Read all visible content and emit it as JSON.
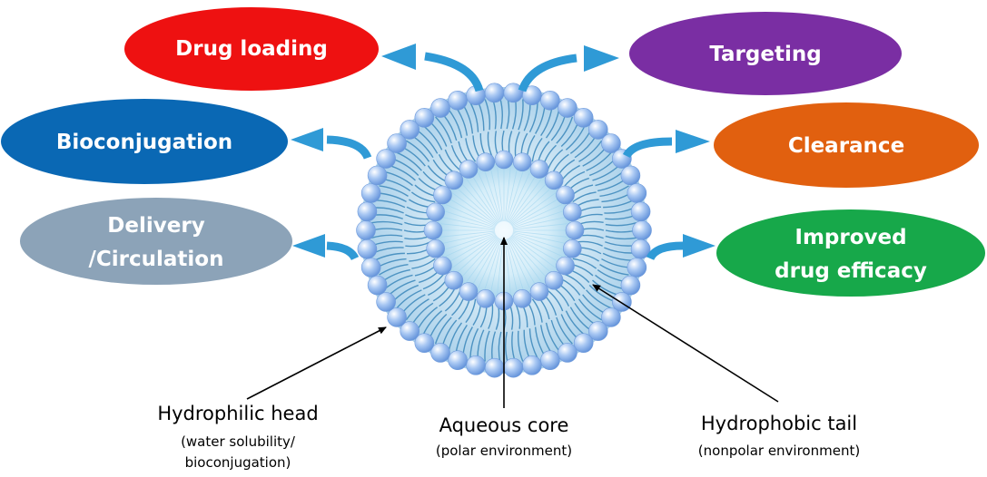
{
  "benefits": {
    "drug_loading": {
      "label": "Drug loading",
      "color": "#ee1111"
    },
    "targeting": {
      "label": "Targeting",
      "color": "#7a2ea3"
    },
    "bioconjugation": {
      "label": "Bioconjugation",
      "color": "#0a68b4"
    },
    "clearance": {
      "label": "Clearance",
      "color": "#e1600f"
    },
    "delivery": {
      "line1": "Delivery",
      "line2": "/Circulation",
      "color": "#8ca3b8"
    },
    "efficacy": {
      "line1": "Improved",
      "line2": "drug efficacy",
      "color": "#17a84a"
    }
  },
  "labels": {
    "head": {
      "title": "Hydrophilic head",
      "sub1": "(water solubility/",
      "sub2": "bioconjugation)"
    },
    "core": {
      "title": "Aqueous core",
      "sub": "(polar environment)"
    },
    "tail": {
      "title": "Hydrophobic tail",
      "sub": "(nonpolar environment)"
    }
  },
  "colors": {
    "arrow": "#2f9ad6",
    "head_sphere": "#8fb6ee",
    "tail": "#4d93c2",
    "core": "#dff2fb"
  }
}
